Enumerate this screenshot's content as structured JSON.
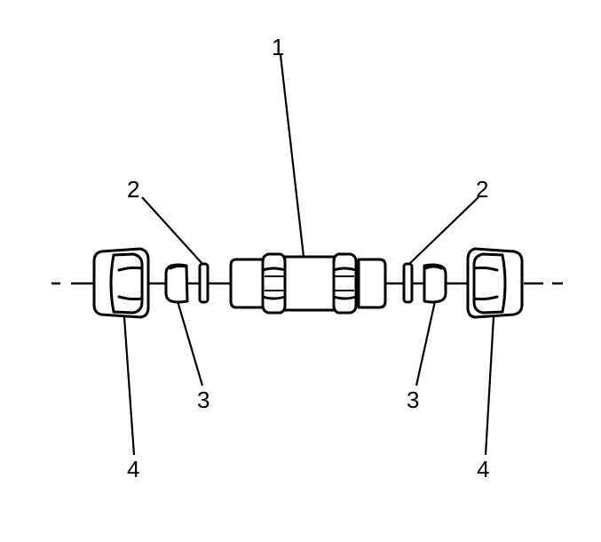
{
  "callouts": {
    "coupler": "1",
    "seal_left": "2",
    "seal_right": "2",
    "ferrule_left": "3",
    "ferrule_right": "3",
    "nut_left": "4",
    "nut_right": "4"
  }
}
